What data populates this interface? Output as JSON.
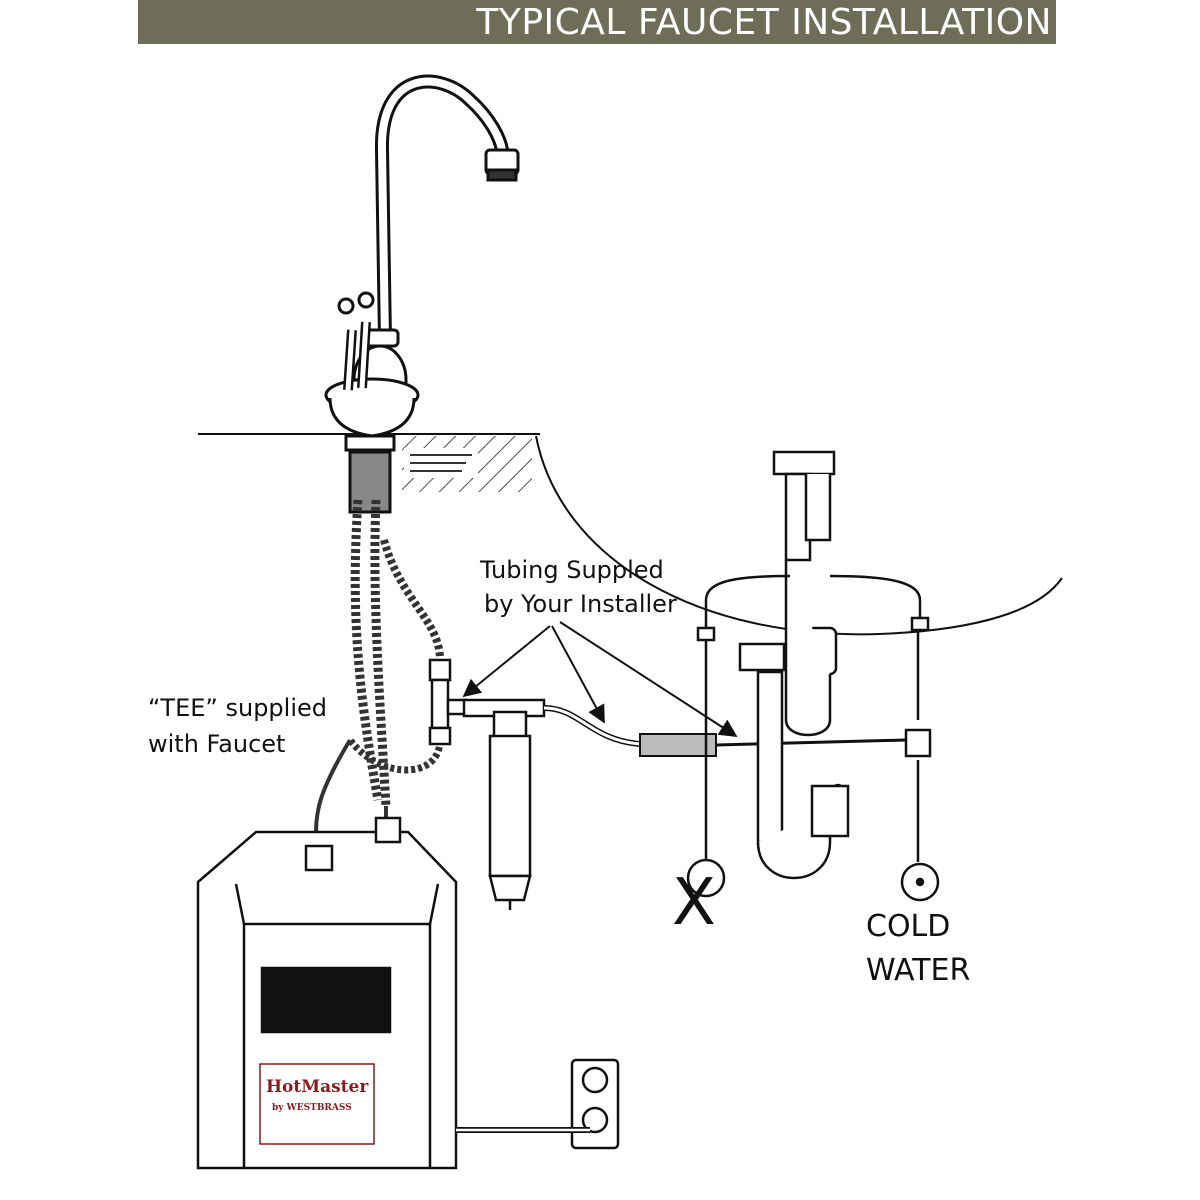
{
  "banner": {
    "title": "TYPICAL FAUCET INSTALLATION",
    "background": "#6e6e58",
    "text_color": "#ffffff"
  },
  "labels": {
    "tubing_line1": "Tubing Suppled",
    "tubing_line2": "by Your Installer",
    "tee_line1": "“TEE” supplied",
    "tee_line2": "with Faucet",
    "cold_line1": "COLD",
    "cold_line2": "WATER",
    "hot_valve_mark": "X"
  },
  "tank": {
    "brand_name": "HotMaster",
    "brand_sub": "by WESTBRASS",
    "brand_color": "#8a1a1a"
  },
  "icons": [
    "faucet-icon",
    "tank-icon",
    "filter-icon",
    "outlet-icon",
    "p-trap-icon",
    "shutoff-valve-icon"
  ]
}
